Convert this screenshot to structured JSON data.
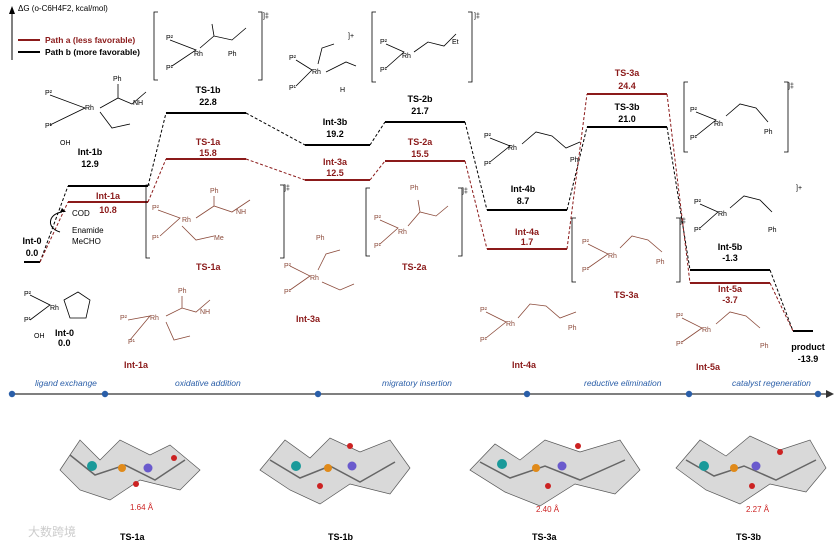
{
  "axis_label": "ΔG (o-C6H4F2, kcal/mol)",
  "legend": [
    {
      "label": "Path a (less favorable)",
      "color": "#8b1a1a"
    },
    {
      "label": "Path b (more favorable)",
      "color": "#000000"
    }
  ],
  "colors": {
    "path_a": "#8b1a1a",
    "path_b": "#000000",
    "accent": "#2a5ea8"
  },
  "levels": [
    {
      "id": "int0",
      "label": "Int-0",
      "value": "0.0",
      "path": "both"
    },
    {
      "id": "int1b",
      "label": "Int-1b",
      "value": "12.9",
      "path": "b"
    },
    {
      "id": "int1a",
      "label": "Int-1a",
      "value": "10.8",
      "path": "a"
    },
    {
      "id": "ts1b",
      "label": "TS-1b",
      "value": "22.8",
      "path": "b"
    },
    {
      "id": "ts1a",
      "label": "TS-1a",
      "value": "15.8",
      "path": "a"
    },
    {
      "id": "int3b",
      "label": "Int-3b",
      "value": "19.2",
      "path": "b"
    },
    {
      "id": "int3a",
      "label": "Int-3a",
      "value": "12.5",
      "path": "a"
    },
    {
      "id": "ts2b",
      "label": "TS-2b",
      "value": "21.7",
      "path": "b"
    },
    {
      "id": "ts2a",
      "label": "TS-2a",
      "value": "15.5",
      "path": "a"
    },
    {
      "id": "int4b",
      "label": "Int-4b",
      "value": "8.7",
      "path": "b"
    },
    {
      "id": "int4a",
      "label": "Int-4a",
      "value": "1.7",
      "path": "a"
    },
    {
      "id": "ts3a",
      "label": "TS-3a",
      "value": "24.4",
      "path": "a"
    },
    {
      "id": "ts3b",
      "label": "TS-3b",
      "value": "21.0",
      "path": "b"
    },
    {
      "id": "int5b",
      "label": "Int-5b",
      "value": "-1.3",
      "path": "b"
    },
    {
      "id": "int5a",
      "label": "Int-5a",
      "value": "-3.7",
      "path": "a"
    },
    {
      "id": "product",
      "label": "product",
      "value": "-13.9",
      "path": "both"
    }
  ],
  "reagents": {
    "cod": "COD",
    "enamide": "Enamide",
    "solvent": "MeCHO"
  },
  "steps": [
    "ligand exchange",
    "oxidative addition",
    "migratory insertion",
    "reductive elimination",
    "catalyst regeneration"
  ],
  "structure_labels": {
    "int0": {
      "label": "Int-0",
      "value": "0.0"
    },
    "int1a": "Int-1a",
    "ts1a": "TS-1a",
    "int3a": "Int-3a",
    "ts2a": "TS-2a",
    "ts3a": "TS-3a",
    "int4a": "Int-4a",
    "int5a": "Int-5a",
    "ts1b": "TS-1b",
    "int3b": "Int-3b",
    "ts2b": "TS-2b",
    "int4b": "Int-4b",
    "ts3b": "TS-3b",
    "int5b": "Int-5b",
    "int1b": "Int-1b"
  },
  "snapshots": [
    {
      "label": "TS-1a",
      "measure": "1.64 Å"
    },
    {
      "label": "TS-1b",
      "measure": ""
    },
    {
      "label": "TS-3a",
      "measure": "2.40 Å"
    },
    {
      "label": "TS-3b",
      "measure": "2.27 Å"
    }
  ],
  "watermark": "大数跨境"
}
